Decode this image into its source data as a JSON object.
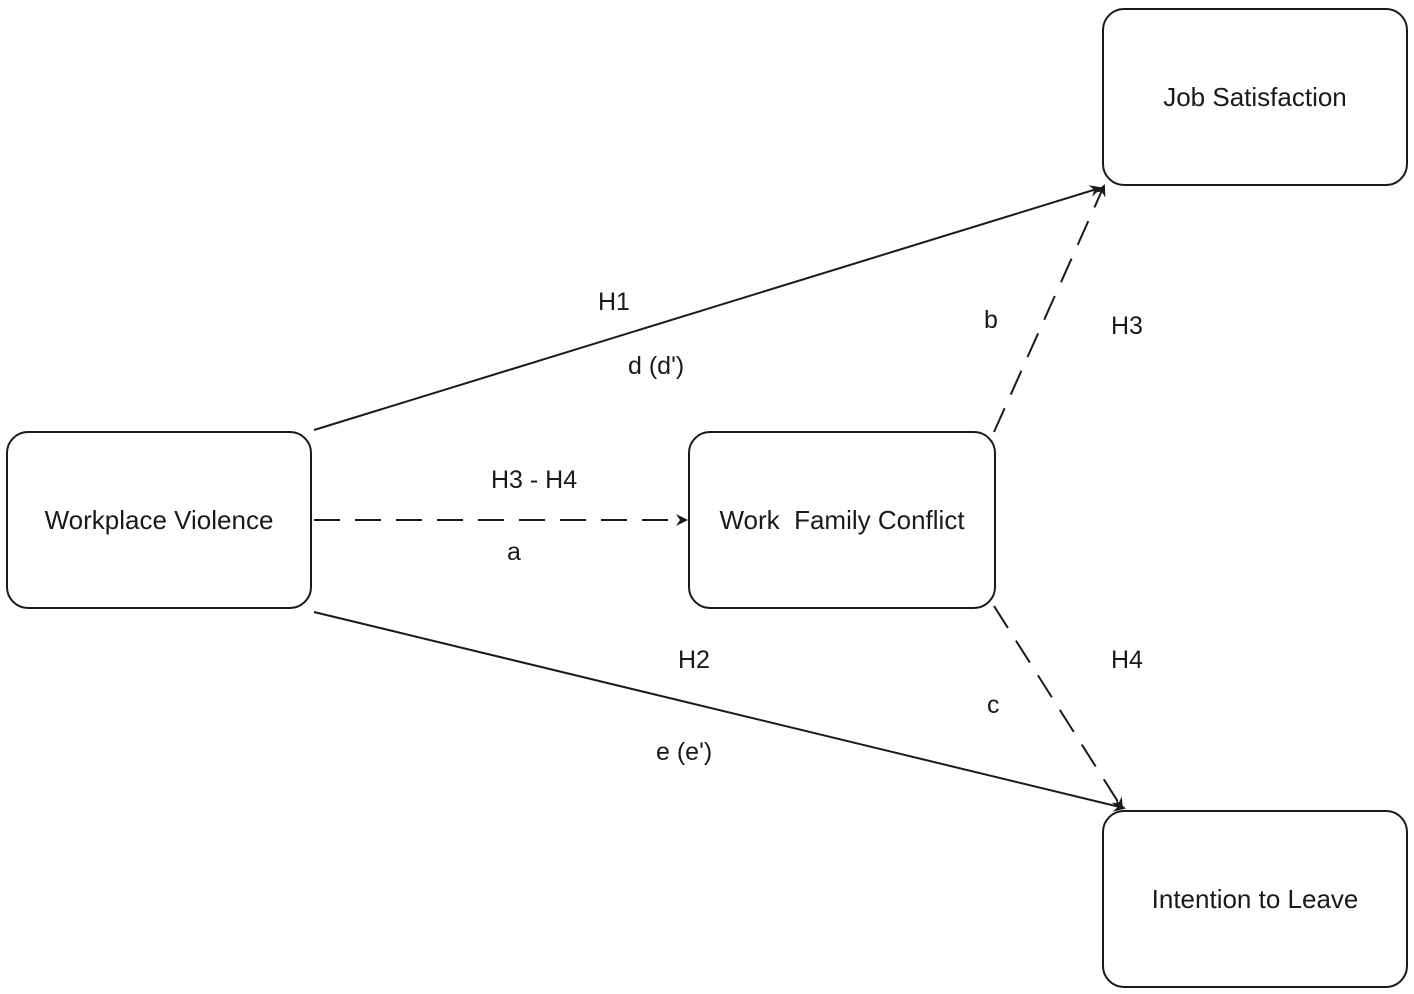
{
  "nodes": {
    "workplace_violence": "Workplace Violence",
    "work_family_conflict": "Work  Family Conflict",
    "job_satisfaction": "Job Satisfaction",
    "intention_to_leave": "Intention to Leave"
  },
  "edge_labels": {
    "h1": "H1",
    "d": "d (d')",
    "h3_h4": "H3 - H4",
    "a": "a",
    "h2": "H2",
    "e": "e (e')",
    "b": "b",
    "h3": "H3",
    "c": "c",
    "h4": "H4"
  }
}
